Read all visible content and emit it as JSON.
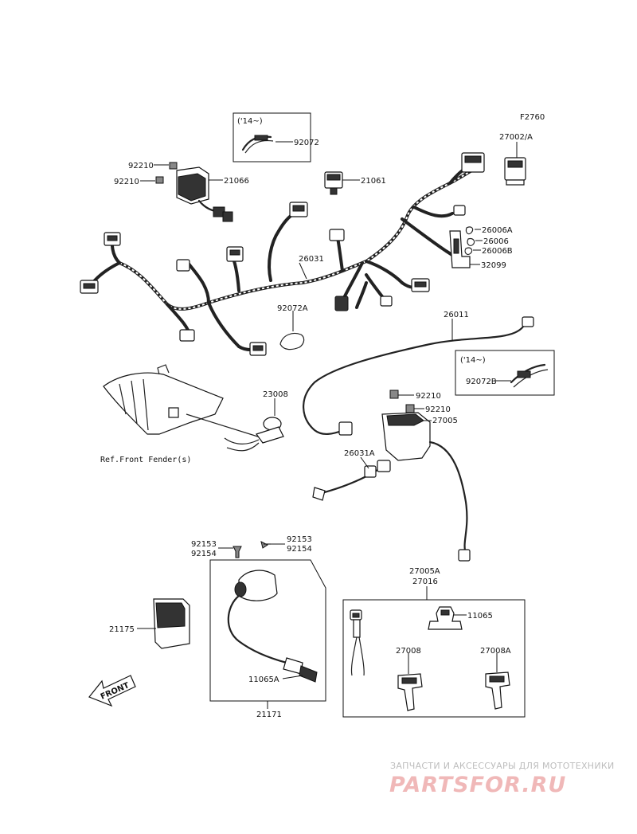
{
  "figure_code": "F2760",
  "parts": {
    "p27002A": "27002/A",
    "p92072_year": "('14~)",
    "p92072": "92072",
    "p92210a": "92210",
    "p92210b": "92210",
    "p21066": "21066",
    "p21061": "21061",
    "p26006A": "26006A",
    "p26006": "26006",
    "p26006B": "26006B",
    "p32099": "32099",
    "p26031": "26031",
    "p92072A": "92072A",
    "p26011": "26011",
    "p92072B_year": "('14~)",
    "p92072B": "92072B",
    "p23008": "23008",
    "p92210c": "92210",
    "p92210d": "92210",
    "p27005": "27005",
    "p26031A": "26031A",
    "ref_front_fender": "Ref.Front Fender(s)",
    "p92153a": "92153",
    "p92154a": "92154",
    "p92153b": "92153",
    "p92154b": "92154",
    "p27005A": "27005A",
    "p27016": "27016",
    "p11065": "11065",
    "p27008": "27008",
    "p27008A": "27008A",
    "p21175": "21175",
    "p11065A": "11065A",
    "p21171": "21171",
    "front_arrow": "FRONT"
  },
  "watermark": {
    "top_line": "ЗАПЧАСТИ И АКСЕССУАРЫ ДЛЯ МОТОТЕХНИКИ",
    "brand": "PARTSFOR.RU"
  }
}
